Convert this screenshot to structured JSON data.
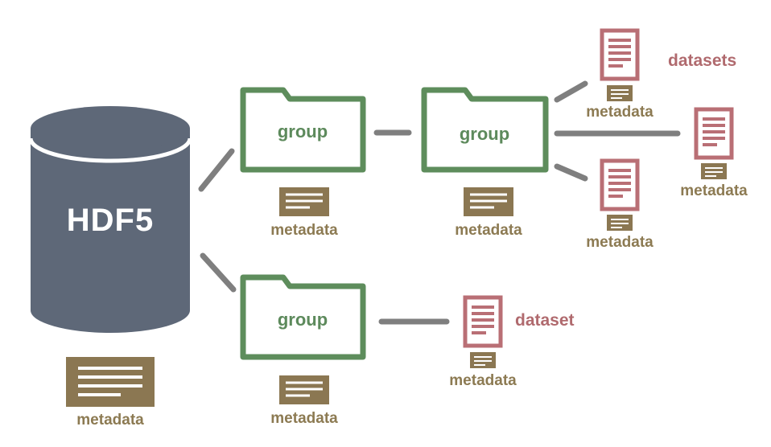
{
  "colors": {
    "database": "#5e6878",
    "group": "#5e8d5c",
    "dataset": "#b96f75",
    "metadata": "#8b7752",
    "connector": "#7f7f7f"
  },
  "root": {
    "label": "HDF5",
    "metadata_label": "metadata"
  },
  "groups": [
    {
      "label": "group",
      "metadata_label": "metadata"
    },
    {
      "label": "group",
      "metadata_label": "metadata"
    },
    {
      "label": "group",
      "metadata_label": "metadata"
    }
  ],
  "datasets": [
    {
      "metadata_label": "metadata"
    },
    {
      "metadata_label": "metadata"
    },
    {
      "metadata_label": "metadata"
    },
    {
      "metadata_label": "metadata"
    }
  ],
  "annotations": {
    "datasets": "datasets",
    "dataset": "dataset"
  }
}
